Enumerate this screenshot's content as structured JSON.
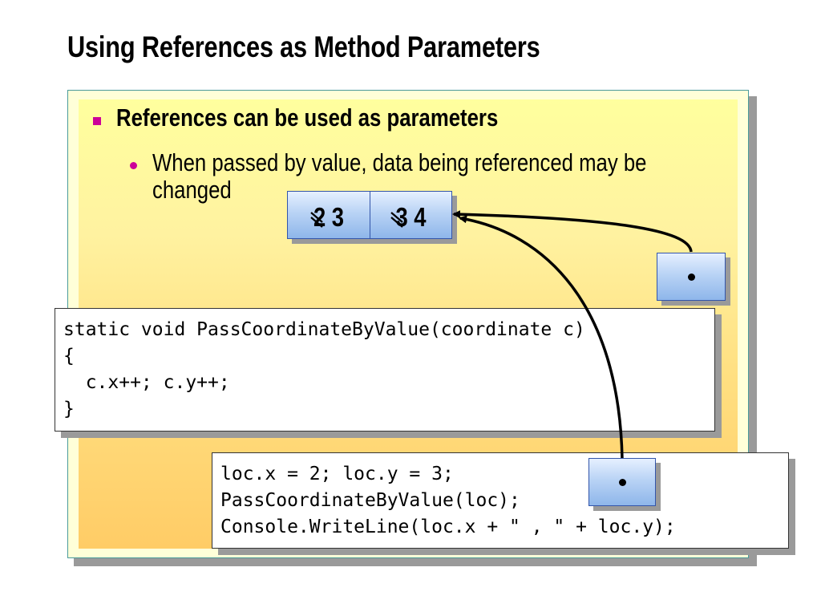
{
  "slide": {
    "title": "Using References as Method Parameters",
    "bullet_level1": "References can be used as parameters",
    "bullet_level2_line1": "When passed by value, data being referenced may be",
    "bullet_level2_line2": "changed"
  },
  "memory": {
    "cell_x_old": "2",
    "cell_x_new": "3",
    "cell_y_old": "3",
    "cell_y_new": "4"
  },
  "method_code": {
    "lines": [
      "static void PassCoordinateByValue(coordinate c)",
      "{",
      "  c.x++; c.y++;",
      "}"
    ]
  },
  "caller_code": {
    "lines": [
      "loc.x = 2; loc.y = 3;",
      "PassCoordinateByValue(loc);",
      "Console.WriteLine(loc.x + \" , \" + loc.y);"
    ]
  },
  "colors": {
    "bullet": "#cc0099",
    "panel_top": "#ffff9e",
    "panel_bottom": "#ffcc66",
    "cell_blue": "#8eb6ea"
  }
}
